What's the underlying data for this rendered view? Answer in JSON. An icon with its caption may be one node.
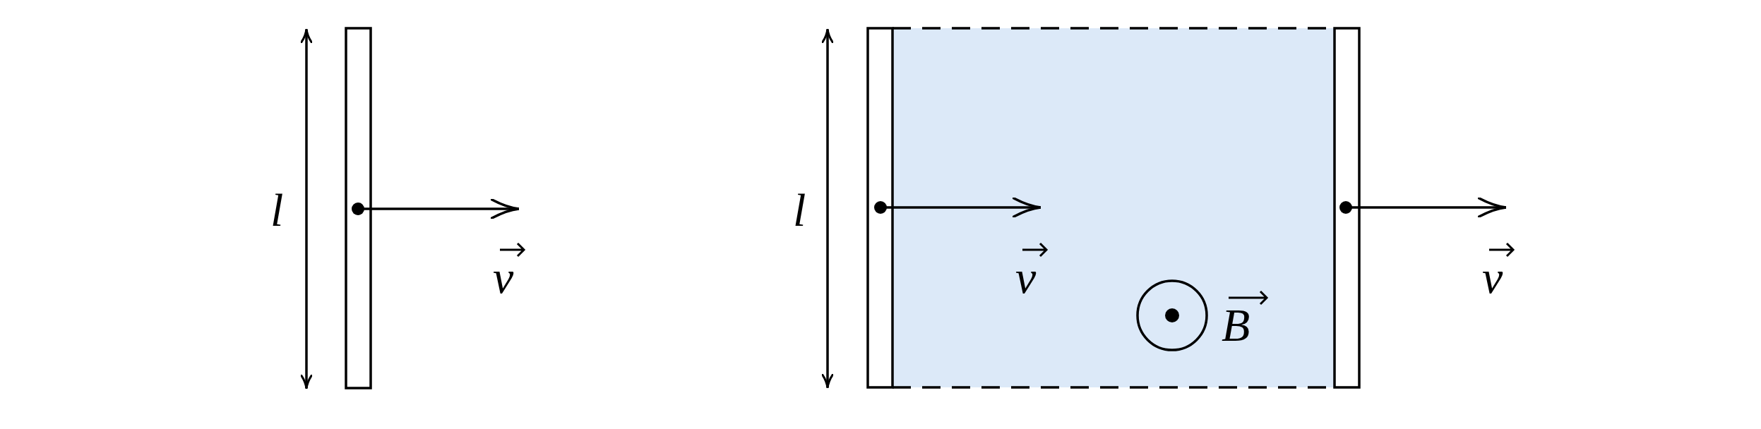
{
  "diagram": {
    "nodes": [
      {
        "text": [],
        "shape": "bar"
      },
      {
        "text": [],
        "shape": "bar"
      },
      {
        "text": [],
        "shape": "bar"
      }
    ],
    "labels": [
      "l",
      "v",
      "l",
      "v",
      "B",
      "v"
    ]
  }
}
